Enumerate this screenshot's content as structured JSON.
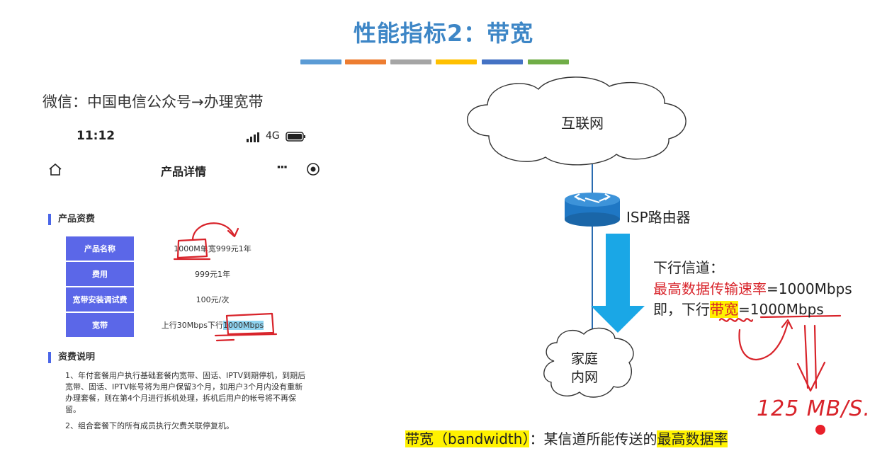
{
  "title": "性能指标2：带宽",
  "accent_bars": [
    "#5b9bd5",
    "#ed7d31",
    "#a5a5a5",
    "#ffc000",
    "#4472c4",
    "#70ad47"
  ],
  "wechat_caption": "微信：中国电信公众号→办理宽带",
  "phone": {
    "status_time": "11:12",
    "status_network": "4G",
    "nav_title": "产品详情",
    "nav_more": "···",
    "section_fees": "产品资费",
    "table": [
      {
        "label": "产品名称",
        "value": "1000M单宽999元1年"
      },
      {
        "label": "费用",
        "value": "999元1年"
      },
      {
        "label": "宽带安装调试费",
        "value": "100元/次"
      },
      {
        "label": "宽带",
        "value_prefix": "上行30Mbps下行",
        "value_highlight": "1000Mbps"
      }
    ],
    "section_notes": "资费说明",
    "notes": [
      "1、年付套餐用户执行基础套餐内宽带、固话、IPTV到期停机，到期后宽带、固话、IPTV帐号将为用户保留3个月，如用户3个月内没有重新办理套餐，则在第4个月进行拆机处理，拆机后用户的帐号将不再保留。",
      "2、组合套餐下的所有成员执行欠费关联停复机。"
    ]
  },
  "diagram": {
    "cloud_label": "互联网",
    "router_label": "ISP路由器",
    "home_label_1": "家庭",
    "home_label_2": "内网",
    "channel_title": "下行信道：",
    "max_rate_label": "最高数据传输速率",
    "max_rate_value": "=1000Mbps",
    "bandwidth_prefix": "即，下行",
    "bandwidth_word": "带宽",
    "bandwidth_value": "=1000Mbps",
    "handwritten_note": "125 MB/S.",
    "colors": {
      "arrow": "#1aa7e6",
      "router": "#1f77c4",
      "highlight": "#fff200",
      "red": "#d8232a",
      "ink": "#d8232a"
    }
  },
  "definition": {
    "term": "带宽（bandwidth）",
    "middle": "：某信道所能传送的",
    "emphasis": "最高数据率"
  }
}
